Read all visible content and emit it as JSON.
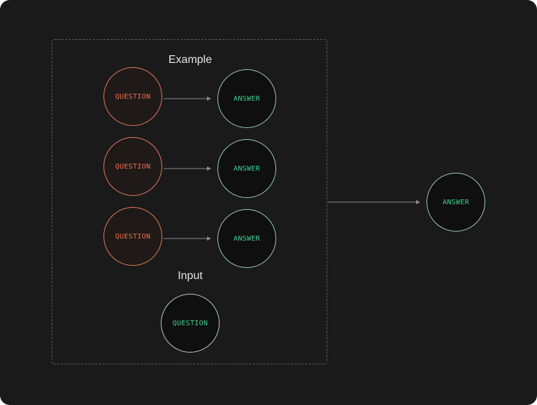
{
  "labels": {
    "example_heading": "Example",
    "input_heading": "Input"
  },
  "example_pairs": [
    {
      "question": "QUESTION",
      "answer": "ANSWER"
    },
    {
      "question": "QUESTION",
      "answer": "ANSWER"
    },
    {
      "question": "QUESTION",
      "answer": "ANSWER"
    }
  ],
  "input_question": "QUESTION",
  "output_answer": "ANSWER",
  "colors": {
    "background": "#1a1a1a",
    "question_text": "#ef6f4f",
    "question_border": "#e07a5c",
    "answer_text": "#3ecf8e",
    "answer_border": "#9ac9b4",
    "arrow": "#8a8a8a",
    "dashed_frame": "#5c5c5c"
  }
}
